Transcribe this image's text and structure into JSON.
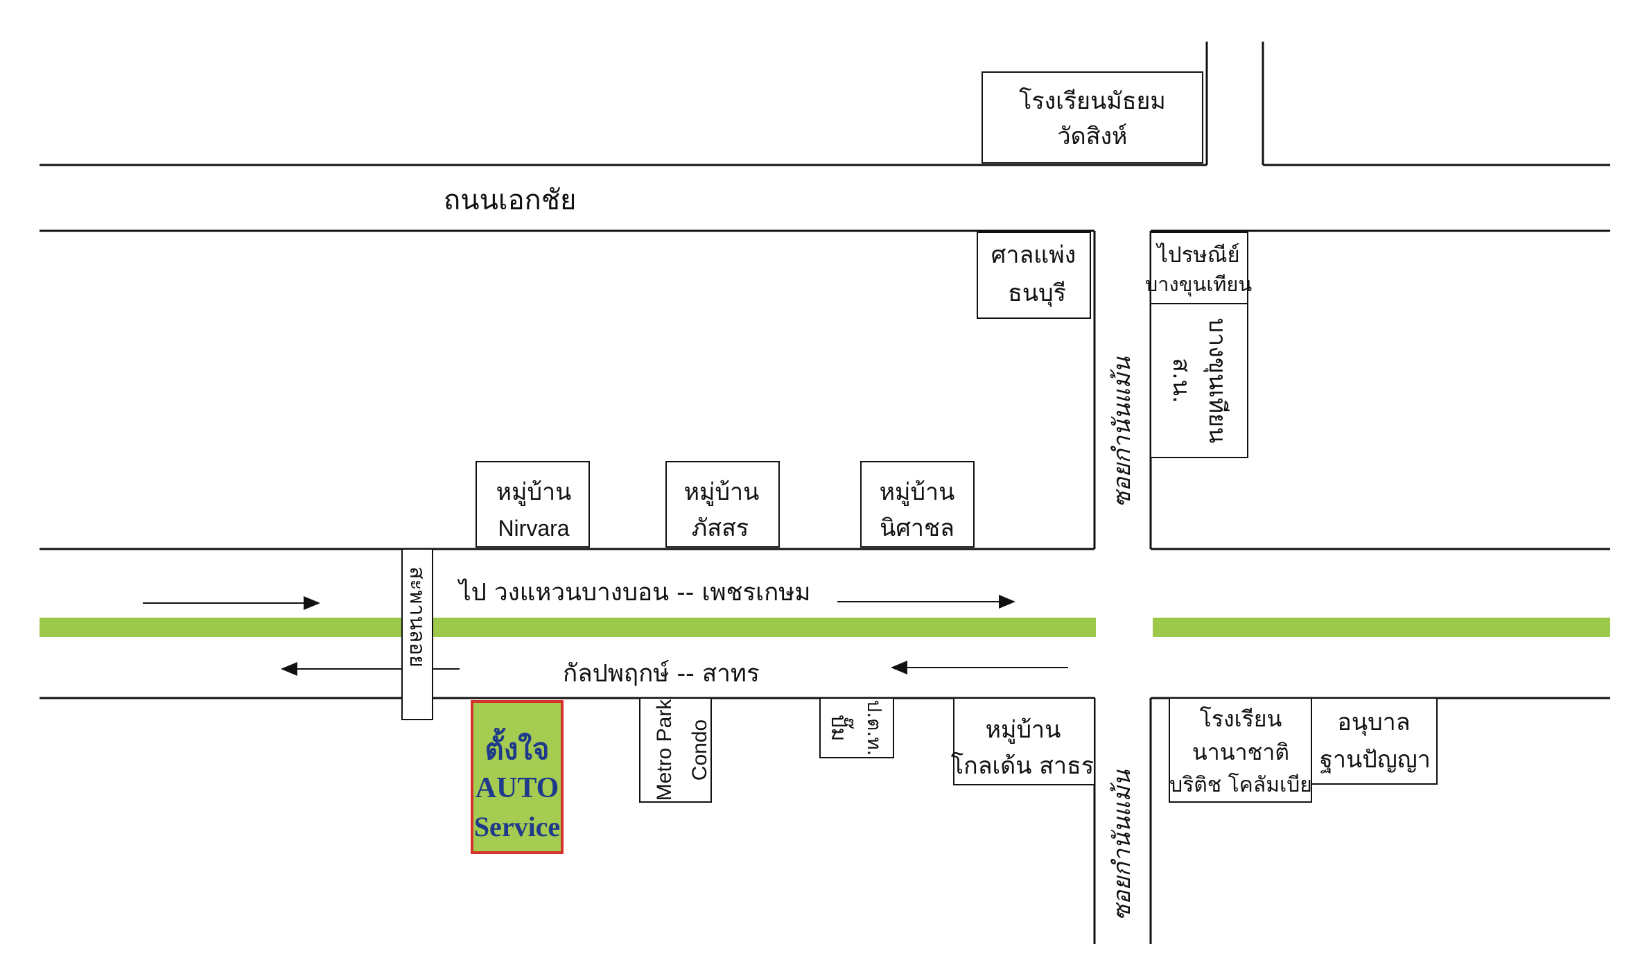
{
  "roads": {
    "upper_road_name": "ถนนเอกชัย",
    "main_road_north_lane": "ไป วงแหวนบางบอน -- เพชรเกษม",
    "main_road_south_lane": "กัลปพฤกษ์ -- สาทร",
    "soi_upper": "ซอยกำนันแม้น",
    "soi_lower": "ซอยกำนันแม้น"
  },
  "landmarks": {
    "school_watsing": [
      "โรงเรียนมัธยม",
      "วัดสิงห์"
    ],
    "court_thonburi": [
      "ศาลแพ่ง",
      "ธนบุรี"
    ],
    "post_office": [
      "ไปรษณีย์",
      "บางขุนเทียน"
    ],
    "police_station": [
      "ส.น.",
      "บางขุนเทียน"
    ],
    "village_nirvara": [
      "หมู่บ้าน",
      "Nirvara"
    ],
    "village_passorn": [
      "หมู่บ้าน",
      "ภัสสร"
    ],
    "village_nisachol": [
      "หมู่บ้าน",
      "นิศาชล"
    ],
    "pedestrian_bridge": "สะพานลอย",
    "metro_park": [
      "Metro Park",
      "Condo"
    ],
    "ptt_station": [
      "ปั๊ม",
      "ป.ต.ท."
    ],
    "village_golden": [
      "หมู่บ้าน",
      "โกลเด้น สาธร"
    ],
    "british_school": [
      "โรงเรียน",
      "นานาชาติ",
      "บริติช โคลัมเบีย"
    ],
    "kindergarten": [
      "อนุบาล",
      "ฐานปัญญา"
    ]
  },
  "destination": {
    "lines": [
      "ตั้งใจ",
      "AUTO",
      "Service"
    ],
    "fill_color": "#a5cc51",
    "border_color": "#d6312b",
    "text_color": "#1f3a8a"
  },
  "colors": {
    "median": "#9cc84b",
    "line": "#111111"
  }
}
